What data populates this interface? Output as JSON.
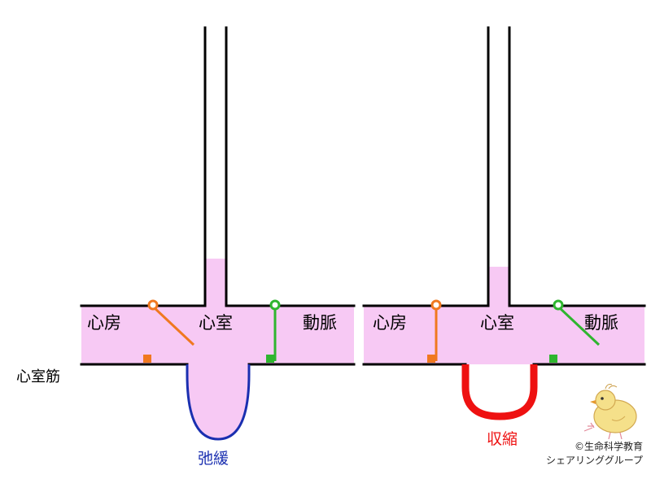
{
  "colors": {
    "chamber_fill": "#f7c9f4",
    "wall": "#000000",
    "atrial_valve": "#f07820",
    "arterial_valve": "#2fb52f",
    "relaxed_muscle": "#1a2fb0",
    "contracted_muscle": "#ee1111"
  },
  "labels": {
    "atrium": "心房",
    "ventricle": "心室",
    "artery": "動脈",
    "muscle": "心室筋",
    "relaxed": "弛緩",
    "contracted": "収縮"
  },
  "credit": {
    "line1": "©生命科学教育",
    "line2": "シェアリンググループ"
  },
  "icons": {
    "mascot": "chick-icon"
  },
  "states": [
    {
      "name": "relaxed",
      "atrial_valve": "open",
      "arterial_valve": "closed"
    },
    {
      "name": "contracted",
      "atrial_valve": "closed",
      "arterial_valve": "open"
    }
  ]
}
